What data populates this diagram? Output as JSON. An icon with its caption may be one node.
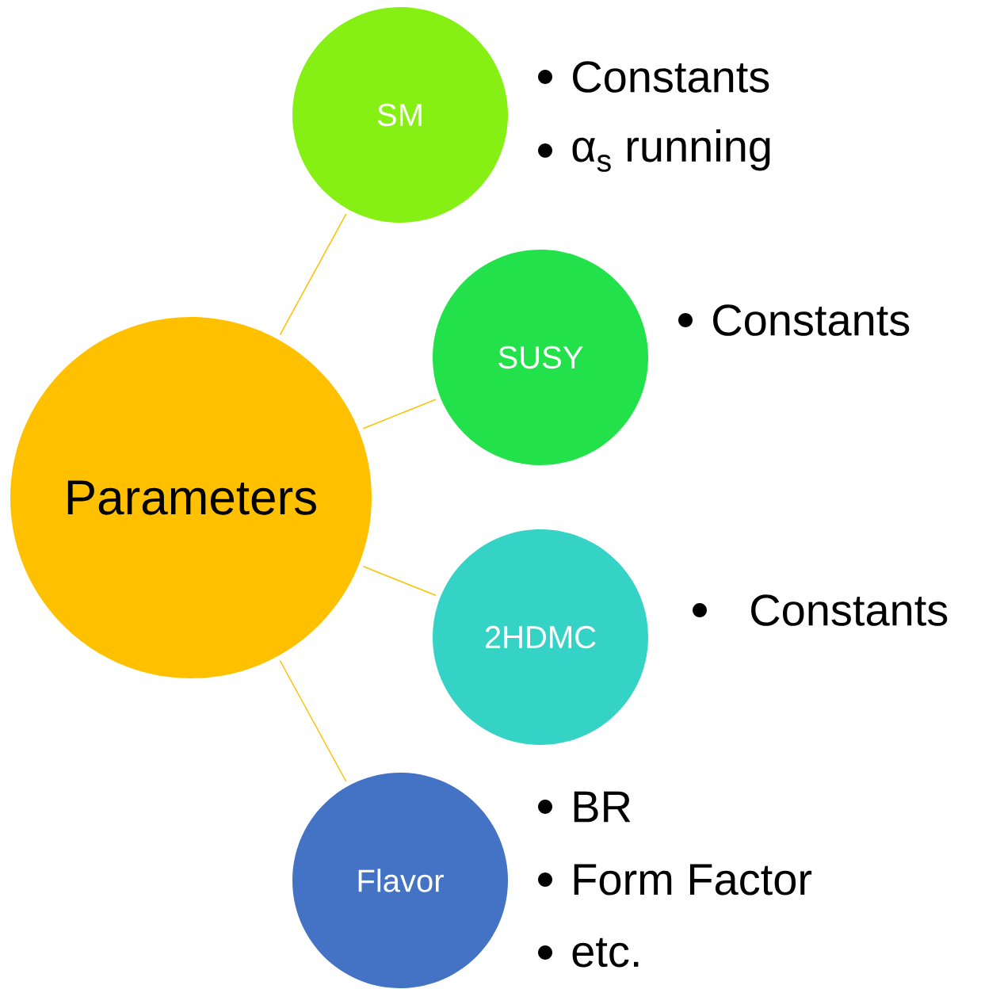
{
  "diagram": {
    "nodes": [
      {
        "text": [
          "Parameters"
        ]
      },
      {
        "text": [
          "SM"
        ],
        "beside": [
          "Constants",
          "α$_{s}$ running"
        ]
      },
      {
        "text": [
          "SUSY"
        ],
        "beside": [
          "Constants"
        ]
      },
      {
        "text": [
          "2HDMC"
        ],
        "beside": [
          "Constants"
        ]
      },
      {
        "text": [
          "Flavor"
        ],
        "beside": [
          "BR",
          "Form Factor",
          "etc."
        ]
      }
    ],
    "edges": [
      {
        "from": 0,
        "to": 1,
        "arrow": "none"
      },
      {
        "from": 0,
        "to": 2,
        "arrow": "none"
      },
      {
        "from": 0,
        "to": 3,
        "arrow": "none"
      },
      {
        "from": 0,
        "to": 4,
        "arrow": "none"
      }
    ]
  }
}
